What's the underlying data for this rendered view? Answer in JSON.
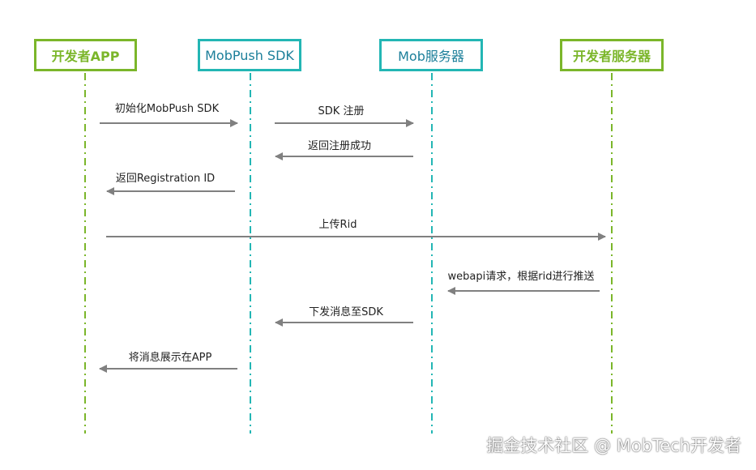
{
  "actors": [
    {
      "label": "开发者APP",
      "style": "green"
    },
    {
      "label": "MobPush SDK",
      "style": "teal"
    },
    {
      "label": "Mob服务器",
      "style": "teal"
    },
    {
      "label": "开发者服务器",
      "style": "green"
    }
  ],
  "messages": [
    {
      "label": "初始化MobPush SDK",
      "from": 0,
      "to": 1
    },
    {
      "label": "SDK 注册",
      "from": 1,
      "to": 2
    },
    {
      "label": "返回注册成功",
      "from": 2,
      "to": 1
    },
    {
      "label": "返回Registration ID",
      "from": 1,
      "to": 0
    },
    {
      "label": "上传Rid",
      "from": 0,
      "to": 3
    },
    {
      "label": "webapi请求，根据rid进行推送",
      "from": 3,
      "to": 2
    },
    {
      "label": "下发消息至SDK",
      "from": 2,
      "to": 1
    },
    {
      "label": "将消息展示在APP",
      "from": 1,
      "to": 0
    }
  ],
  "colors": {
    "green": "#7bb62a",
    "teal": "#23b6b4",
    "arrow": "#808080"
  },
  "watermark": "掘金技术社区 @ MobTech开发者"
}
